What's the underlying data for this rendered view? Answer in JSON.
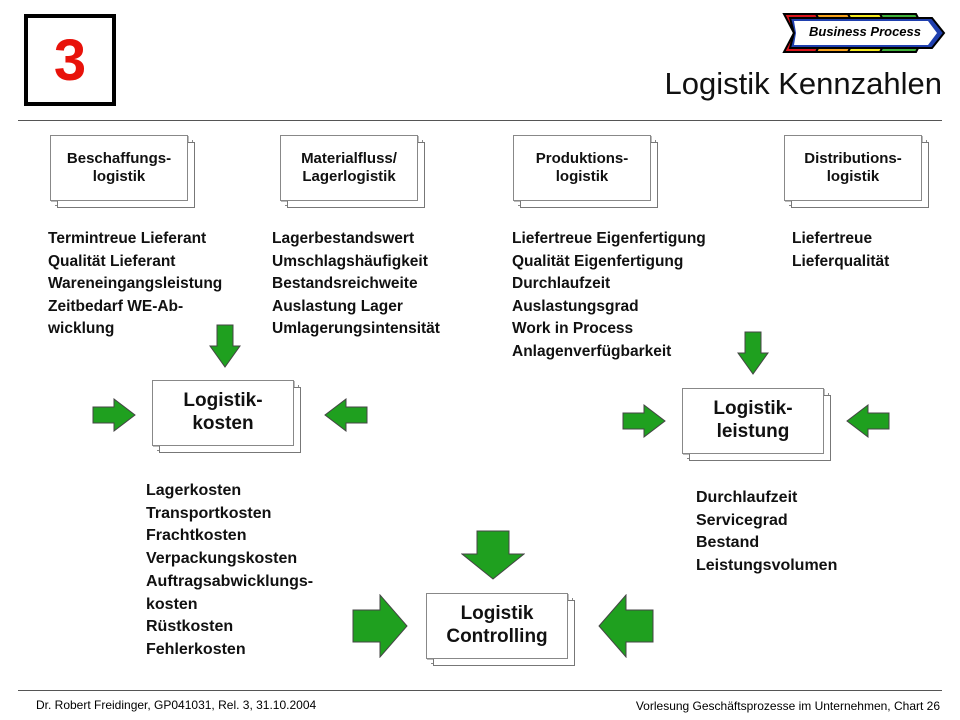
{
  "chapter_number": "3",
  "title": "Logistik Kennzahlen",
  "badge": {
    "label": "Business Process",
    "stripe_colors": [
      "#d9141b",
      "#f5a11c",
      "#f3e81f",
      "#3fb03a",
      "#1f3fae"
    ]
  },
  "accent_color": "#e8120a",
  "arrow_color": "#1fa01f",
  "categories": [
    {
      "label": "Beschaffungs-\nlogistik",
      "items": [
        "Termintreue Lieferant",
        "Qualität Lieferant",
        "Wareneingangsleistung",
        "Zeitbedarf WE-Ab-",
        "wicklung"
      ]
    },
    {
      "label": "Materialfluss/\nLagerlogistik",
      "items": [
        "Lagerbestandswert",
        "Umschlagshäufigkeit",
        "Bestandsreichweite",
        "Auslastung Lager",
        "Umlagerungsintensität"
      ]
    },
    {
      "label": "Produktions-\nlogistik",
      "items": [
        "Liefertreue Eigenfertigung",
        "Qualität Eigenfertigung",
        "Durchlaufzeit",
        "Auslastungsgrad",
        "Work in Process",
        "Anlagenverfügbarkeit"
      ]
    },
    {
      "label": "Distributions-\nlogistik",
      "items": [
        "Liefertreue",
        "Lieferqualität"
      ]
    }
  ],
  "kosten": {
    "label": "Logistik-\nkosten",
    "items": [
      "Lagerkosten",
      "Transportkosten",
      "Frachtkosten",
      "Verpackungskosten",
      "Auftragsabwicklungs-",
      "kosten",
      "Rüstkosten",
      "Fehlerkosten"
    ]
  },
  "leistung": {
    "label": "Logistik-\nleistung",
    "items": [
      "Durchlaufzeit",
      "Servicegrad",
      "Bestand",
      "Leistungsvolumen"
    ]
  },
  "controlling": {
    "label": "Logistik\nControlling"
  },
  "footer": {
    "left": "Dr. Robert Freidinger, GP041031, Rel. 3, 31.10.2004",
    "right": "Vorlesung Geschäftsprozesse im Unternehmen,  Chart 26"
  }
}
